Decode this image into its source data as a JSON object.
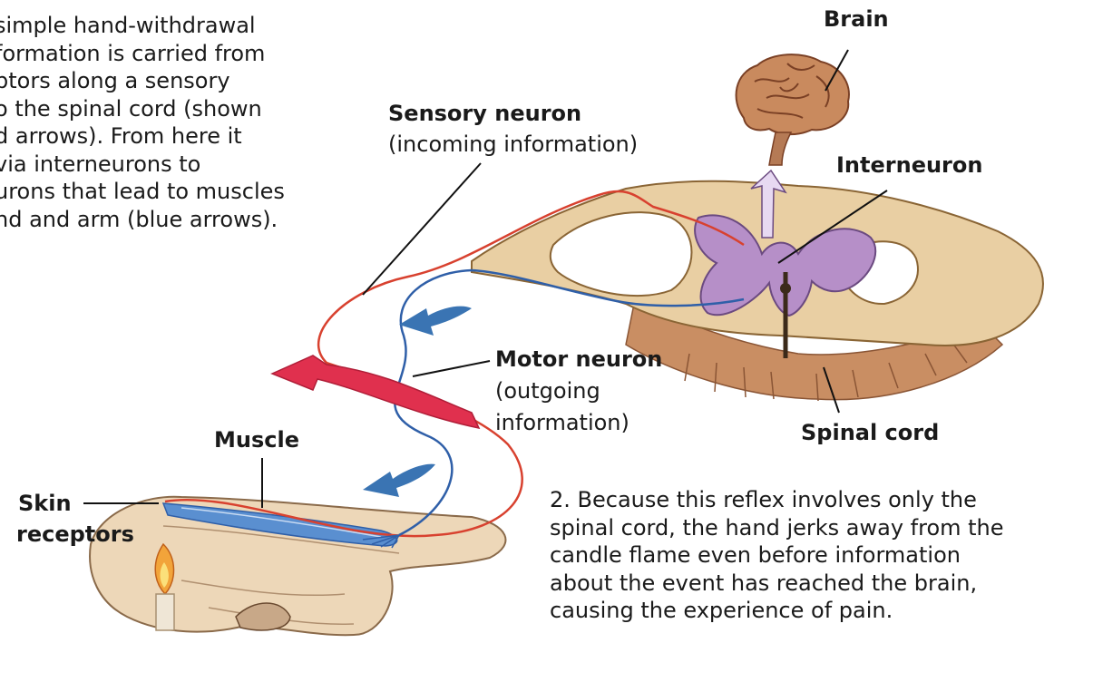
{
  "caption_left": {
    "lines": [
      "simple hand-withdrawal",
      "formation is carried from",
      "ptors along a sensory",
      "o the spinal cord (shown",
      "d arrows). From here it",
      "via interneurons to",
      "urons that lead to muscles",
      "nd and arm (blue arrows)."
    ]
  },
  "caption_right": {
    "lines": [
      "2. Because this reflex involves only the",
      "spinal cord, the hand jerks away from the",
      "candle flame even before information",
      "about the event has reached the brain,",
      "causing the experience of pain."
    ]
  },
  "labels": {
    "brain": "Brain",
    "sensory_neuron": "Sensory neuron",
    "sensory_neuron_sub": "(incoming information)",
    "interneuron": "Interneuron",
    "motor_neuron": "Motor neuron",
    "motor_neuron_sub1": "(outgoing",
    "motor_neuron_sub2": "information)",
    "spinal_cord": "Spinal cord",
    "muscle": "Muscle",
    "skin": "Skin",
    "receptors": "receptors"
  },
  "colors": {
    "sensory_path": "#d8412f",
    "motor_path": "#2f5fa8",
    "sensory_arrow": "#e0304e",
    "motor_arrow": "#3a74b3",
    "spinal_tissue": "#e9cfa3",
    "grey_matter": "#b68fc8",
    "brain": "#c98a5e",
    "skin": "#edd7b8"
  }
}
